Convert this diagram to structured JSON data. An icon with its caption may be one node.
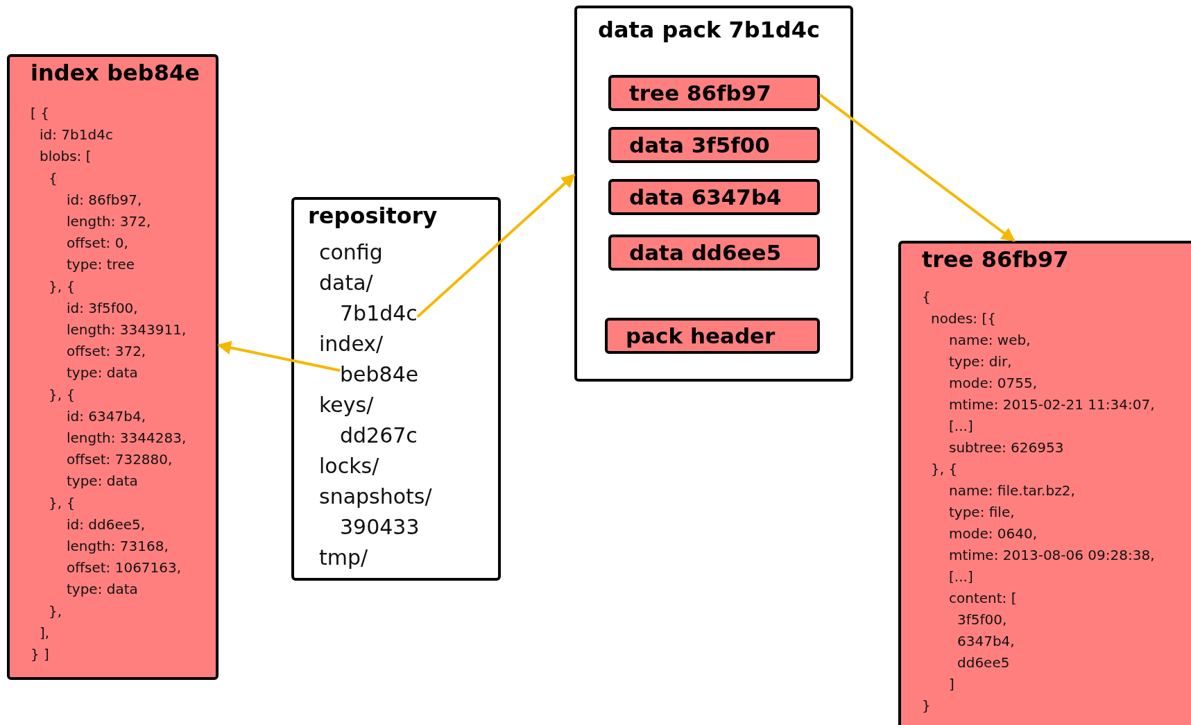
{
  "diagram": {
    "nodes": [
      {
        "text": [
          "index beb84e",
          "[ {",
          "id: 7b1d4c",
          "blobs: [",
          "{",
          "id: 86fb97,",
          "length: 372,",
          "offset: 0,",
          "type: tree",
          "}, {",
          "id: 3f5f00,",
          "length: 3343911,",
          "offset: 372,",
          "type: data",
          "}, {",
          "id: 6347b4,",
          "length: 3344283,",
          "offset: 732880,",
          "type: data",
          "}, {",
          "id: dd6ee5,",
          "length: 73168,",
          "offset: 1067163,",
          "type: data",
          "},",
          "],",
          "} ]"
        ]
      },
      {
        "text": [
          "repository",
          "config",
          "data/",
          "index/",
          "keys/",
          "dd267c",
          "locks/",
          "snapshots/",
          "390433",
          "tmp/"
        ]
      },
      {
        "text": [
          "7b1d4c"
        ],
        "in": 1
      },
      {
        "text": [
          "beb84e"
        ],
        "in": 1
      },
      {
        "text": [
          "data pack 7b1d4c"
        ]
      },
      {
        "text": [
          "tree 86fb97"
        ],
        "in": 4
      },
      {
        "text": [
          "data 3f5f00"
        ],
        "in": 4
      },
      {
        "text": [
          "data 6347b4"
        ],
        "in": 4
      },
      {
        "text": [
          "data dd6ee5"
        ],
        "in": 4
      },
      {
        "text": [
          "pack header"
        ],
        "in": 4
      },
      {
        "text": [
          "tree 86fb97",
          "{",
          "nodes: [{",
          "name: web,",
          "type: dir,",
          "mode: 0755,",
          "mtime: 2015-02-21 11:34:07,",
          "[...]",
          "subtree: 626953",
          "}, {",
          "name: file.tar.bz2,",
          "type: file,",
          "mode: 0640,",
          "mtime: 2013-08-06 09:28:38,",
          "[...]",
          "content: [",
          "3f5f00,",
          "6347b4,",
          "dd6ee5",
          "]",
          "}"
        ]
      }
    ],
    "edges": [
      {
        "from": 3,
        "to": 0,
        "arrow": "to"
      },
      {
        "from": 2,
        "to": 4,
        "arrow": "to"
      },
      {
        "from": 5,
        "to": 10,
        "arrow": "to"
      }
    ]
  }
}
